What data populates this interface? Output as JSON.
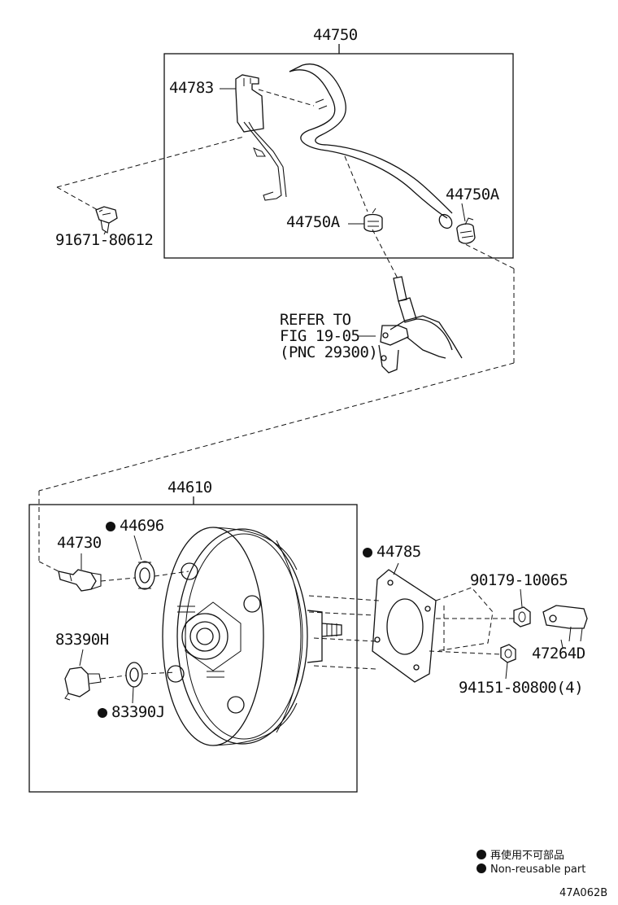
{
  "diagram": {
    "labels": {
      "p44750": "44750",
      "p44783": "44783",
      "p44750A_right": "44750A",
      "p44750A_left": "44750A",
      "p91671": "91671-80612",
      "refer_line1": "REFER TO",
      "refer_line2": "FIG 19-05",
      "refer_line3": "(PNC 29300)",
      "p44610": "44610",
      "p44696": "44696",
      "p44730": "44730",
      "p44785": "44785",
      "p90179": "90179-10065",
      "p47264D": "47264D",
      "p83390H": "83390H",
      "p83390J": "83390J",
      "p94151": "94151-80800(4)"
    },
    "legend": {
      "japanese": "再使用不可部品",
      "english": "Non-reusable part"
    },
    "figure_code": "47A062B"
  }
}
